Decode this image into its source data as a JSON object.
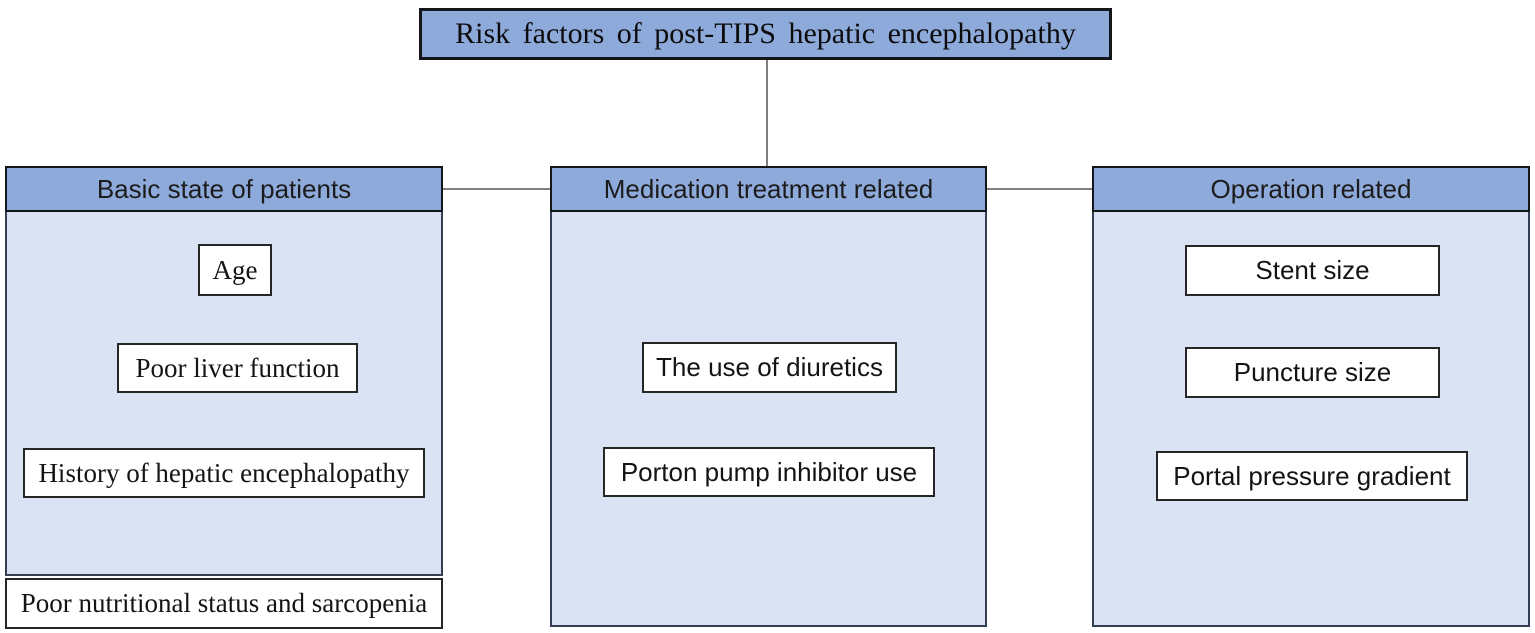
{
  "title": {
    "label": "Risk factors of post-TIPS hepatic encephalopathy"
  },
  "colors": {
    "header_fill": "#8EAADB",
    "body_fill": "#DAE3F3",
    "item_fill": "#FFFFFF",
    "panel_border": "#323F52",
    "box_border": "#15161A",
    "connector": "#7F7F7F"
  },
  "panels": [
    {
      "header": "Basic state of patients",
      "items": [
        "Age",
        "Poor liver function",
        "History of hepatic encephalopathy"
      ],
      "footer": "Poor nutritional status and sarcopenia"
    },
    {
      "header": "Medication treatment related",
      "items": [
        "The use of diuretics",
        "Porton pump inhibitor use"
      ]
    },
    {
      "header": "Operation related",
      "items": [
        "Stent size",
        "Puncture size",
        "Portal pressure gradient"
      ]
    }
  ]
}
